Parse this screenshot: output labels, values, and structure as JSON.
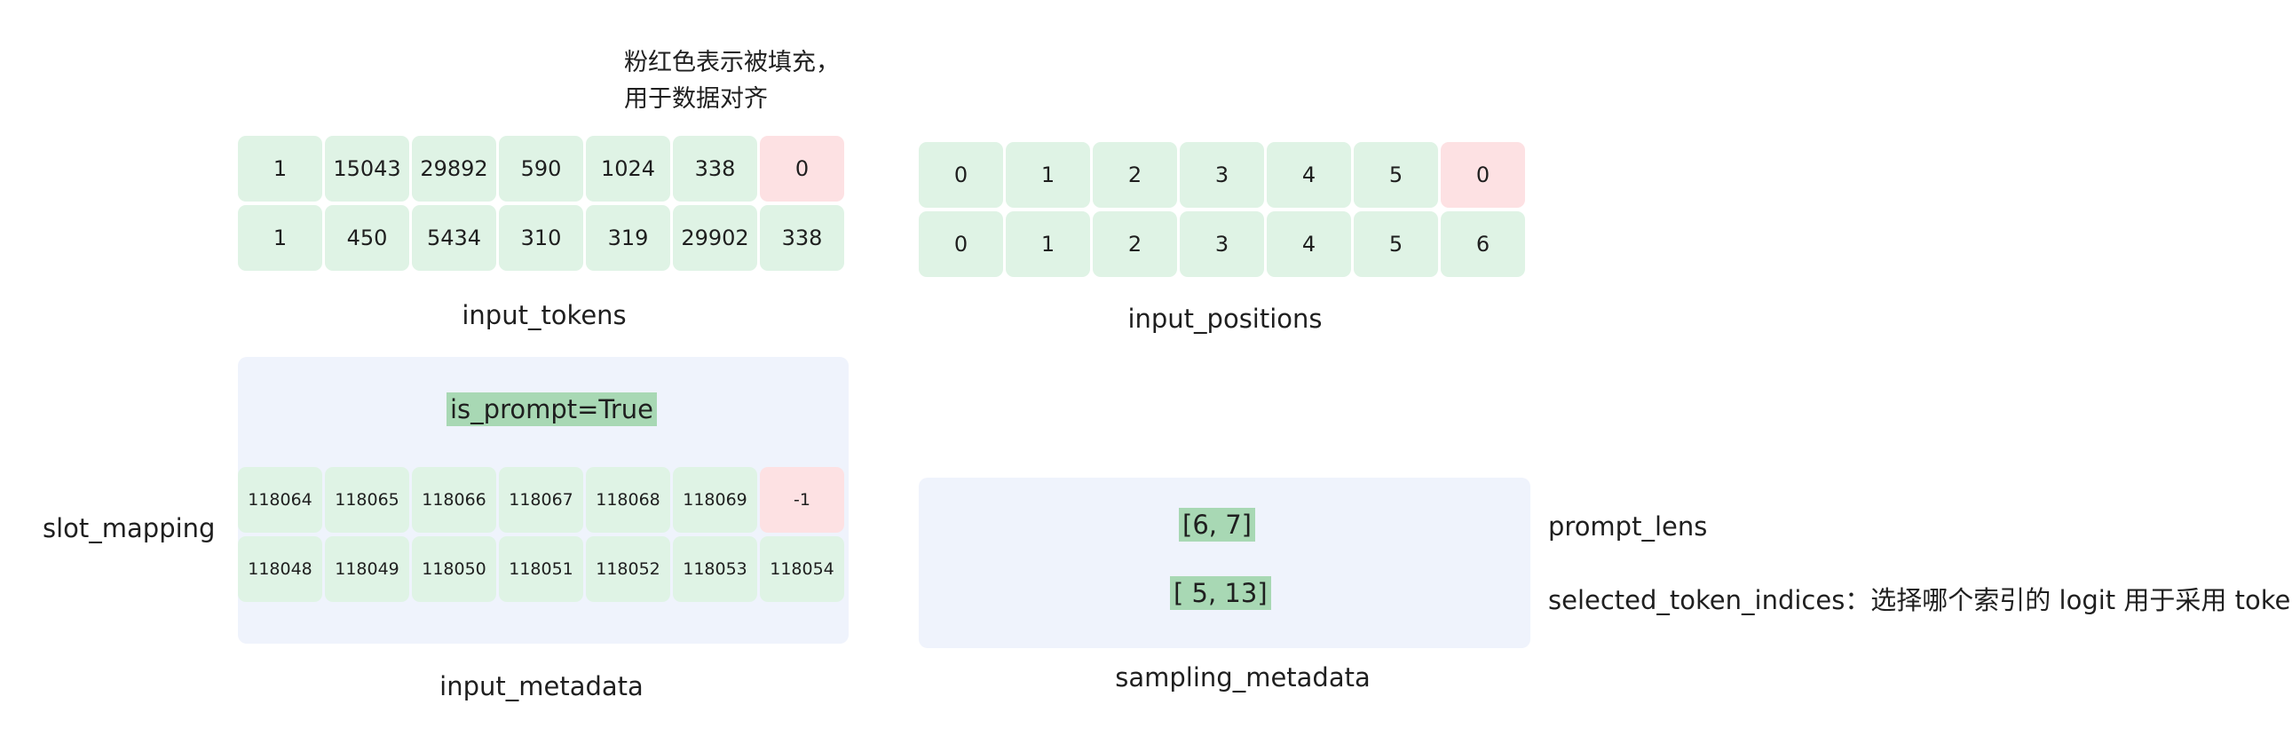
{
  "note": {
    "line1": "粉红色表示被填充，",
    "line2": "用于数据对齐"
  },
  "input_tokens": {
    "label": "input_tokens",
    "rows": [
      [
        {
          "v": "1"
        },
        {
          "v": "15043"
        },
        {
          "v": "29892"
        },
        {
          "v": "590"
        },
        {
          "v": "1024"
        },
        {
          "v": "338"
        },
        {
          "v": "0",
          "pad": true
        }
      ],
      [
        {
          "v": "1"
        },
        {
          "v": "450"
        },
        {
          "v": "5434"
        },
        {
          "v": "310"
        },
        {
          "v": "319"
        },
        {
          "v": "29902"
        },
        {
          "v": "338"
        }
      ]
    ]
  },
  "input_positions": {
    "label": "input_positions",
    "rows": [
      [
        {
          "v": "0"
        },
        {
          "v": "1"
        },
        {
          "v": "2"
        },
        {
          "v": "3"
        },
        {
          "v": "4"
        },
        {
          "v": "5"
        },
        {
          "v": "0",
          "pad": true
        }
      ],
      [
        {
          "v": "0"
        },
        {
          "v": "1"
        },
        {
          "v": "2"
        },
        {
          "v": "3"
        },
        {
          "v": "4"
        },
        {
          "v": "5"
        },
        {
          "v": "6"
        }
      ]
    ]
  },
  "input_metadata": {
    "label": "input_metadata",
    "is_prompt": "is_prompt=True",
    "slot_mapping_label": "slot_mapping",
    "rows": [
      [
        {
          "v": "118064"
        },
        {
          "v": "118065"
        },
        {
          "v": "118066"
        },
        {
          "v": "118067"
        },
        {
          "v": "118068"
        },
        {
          "v": "118069"
        },
        {
          "v": "-1",
          "pad": true
        }
      ],
      [
        {
          "v": "118048"
        },
        {
          "v": "118049"
        },
        {
          "v": "118050"
        },
        {
          "v": "118051"
        },
        {
          "v": "118052"
        },
        {
          "v": "118053"
        },
        {
          "v": "118054"
        }
      ]
    ]
  },
  "sampling_metadata": {
    "label": "sampling_metadata",
    "prompt_lens_value": "[6, 7]",
    "prompt_lens_label": "prompt_lens",
    "selected_value": "[ 5, 13]",
    "selected_label": "selected_token_indices：选择哪个索引的 logit 用于采用 token"
  },
  "colors": {
    "cell": "#dff3e5",
    "pad": "#fde1e3",
    "panel": "#eff3fc",
    "highlight": "#a8d8b4"
  }
}
